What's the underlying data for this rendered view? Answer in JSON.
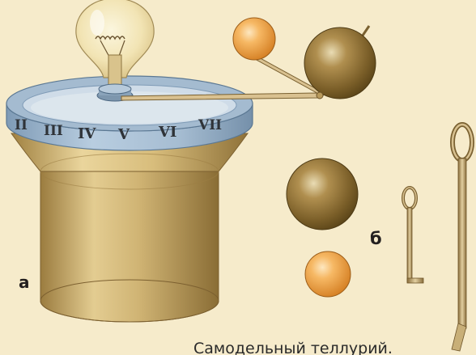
{
  "figure": {
    "caption": "Самодельный теллурий.",
    "label_a": "а",
    "label_b": "б"
  },
  "ring": {
    "numerals": [
      "II",
      "III",
      "IV",
      "V",
      "VI",
      "VII"
    ]
  },
  "colors": {
    "background": "#f6ebcb",
    "cylinder": "#c9ae70",
    "ring": "#98b2ca",
    "earth": "#876a30",
    "moon": "#f0a446"
  }
}
